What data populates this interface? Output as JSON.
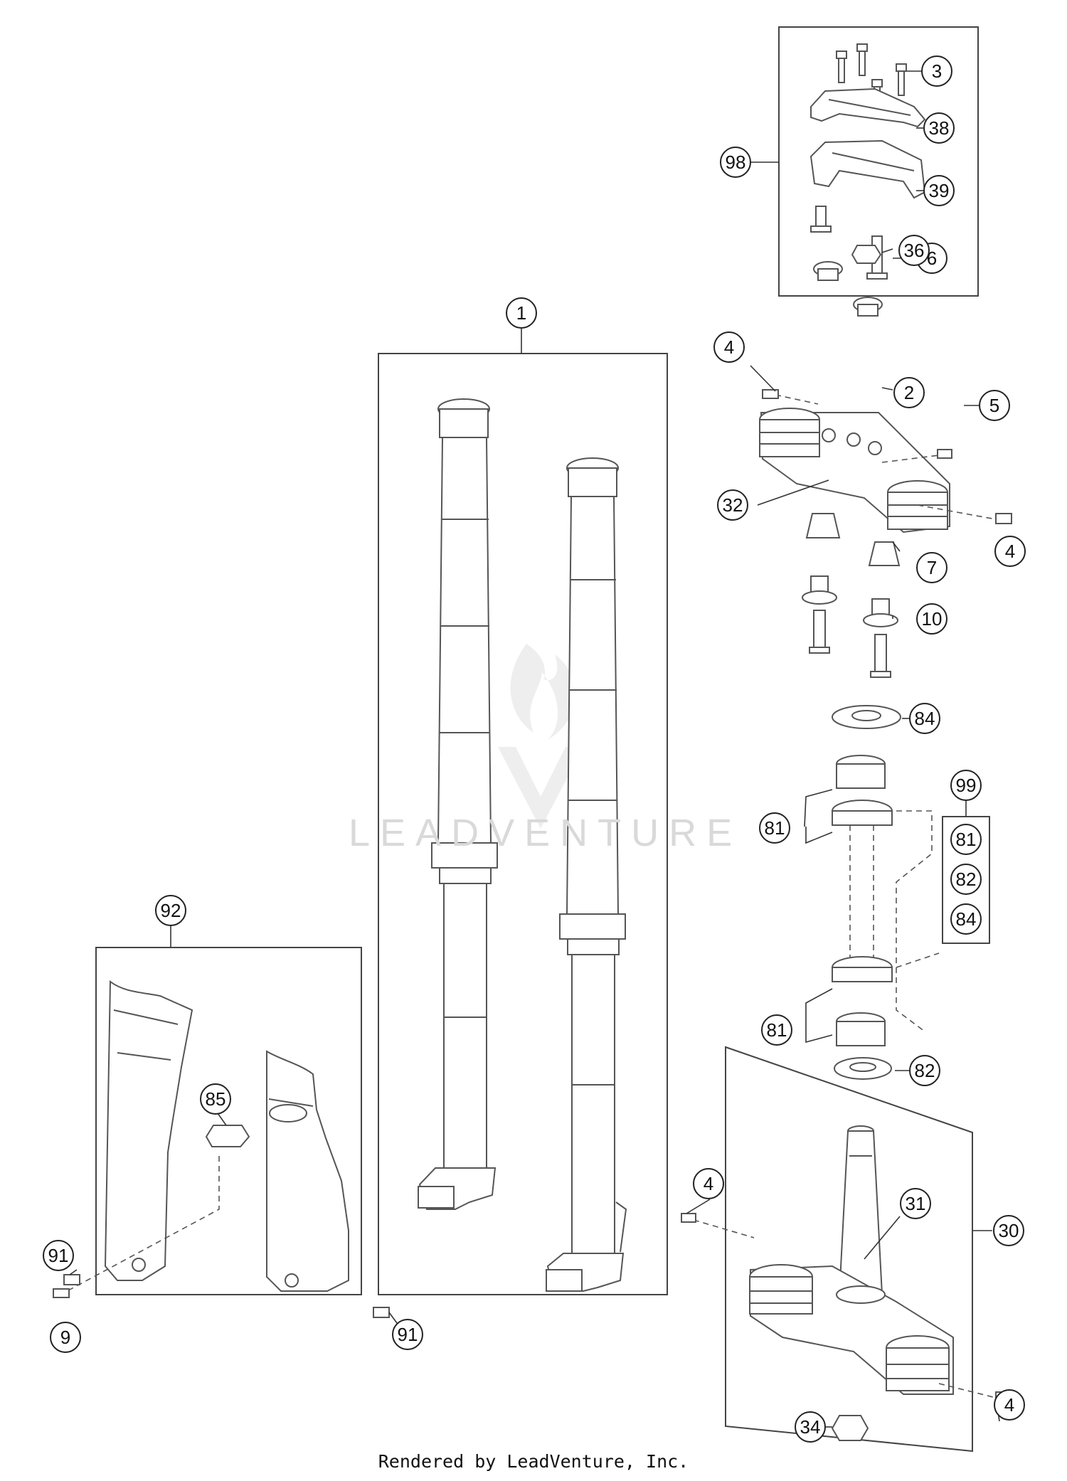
{
  "callouts": {
    "c1": "1",
    "c2": "2",
    "c3": "3",
    "c4a": "4",
    "c4b": "4",
    "c4c": "4",
    "c4d": "4",
    "c5": "5",
    "c6": "6",
    "c7": "7",
    "c9": "9",
    "c10": "10",
    "c30": "30",
    "c31": "31",
    "c32": "32",
    "c34": "34",
    "c36": "36",
    "c38": "38",
    "c39": "39",
    "c81a": "81",
    "c81b": "81",
    "c81c": "81",
    "c82a": "82",
    "c82b": "82",
    "c84a": "84",
    "c84b": "84",
    "c85": "85",
    "c91a": "91",
    "c91b": "91",
    "c92": "92",
    "c98": "98",
    "c99": "99"
  },
  "watermark": "LEADVENTURE",
  "footer": "Rendered by LeadVenture, Inc.",
  "colors": {
    "line": "#333333",
    "part": "#555555",
    "box": "#444444",
    "watermark": "#d9d9d9"
  }
}
